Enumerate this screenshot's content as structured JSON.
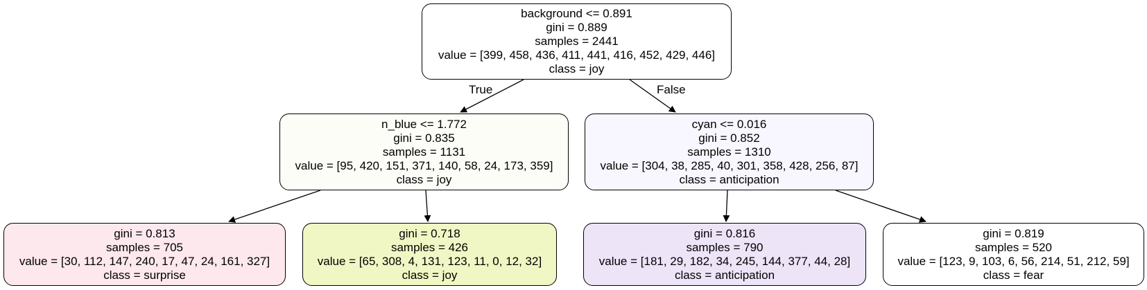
{
  "nodes": {
    "root": {
      "lines": [
        "background <= 0.891",
        "gini = 0.889",
        "samples = 2441",
        "value = [399, 458, 436, 411, 441, 416, 452, 429, 446]",
        "class = joy"
      ],
      "fill": "#ffffff"
    },
    "left": {
      "lines": [
        "n_blue <= 1.772",
        "gini = 0.835",
        "samples = 1131",
        "value = [95, 420, 151, 371, 140, 58, 24, 173, 359]",
        "class = joy"
      ],
      "fill": "#fcfdf7"
    },
    "right": {
      "lines": [
        "cyan <= 0.016",
        "gini = 0.852",
        "samples = 1310",
        "value = [304, 38, 285, 40, 301, 358, 428, 256, 87]",
        "class = anticipation"
      ],
      "fill": "#f8f6fe"
    },
    "left_left": {
      "lines": [
        "gini = 0.813",
        "samples = 705",
        "value = [30, 112, 147, 240, 17, 47, 24, 161, 327]",
        "class = surprise"
      ],
      "fill": "#fce8ed"
    },
    "left_right": {
      "lines": [
        "gini = 0.718",
        "samples = 426",
        "value = [65, 308, 4, 131, 123, 11, 0, 12, 32]",
        "class = joy"
      ],
      "fill": "#f1f7c4"
    },
    "right_left": {
      "lines": [
        "gini = 0.816",
        "samples = 790",
        "value = [181, 29, 182, 34, 245, 144, 377, 44, 28]",
        "class = anticipation"
      ],
      "fill": "#ede4f8"
    },
    "right_right": {
      "lines": [
        "gini = 0.819",
        "samples = 520",
        "value = [123, 9, 103, 6, 56, 214, 51, 212, 59]",
        "class = fear"
      ],
      "fill": "#ffffff"
    }
  },
  "edge_labels": {
    "true_label": "True",
    "false_label": "False"
  }
}
